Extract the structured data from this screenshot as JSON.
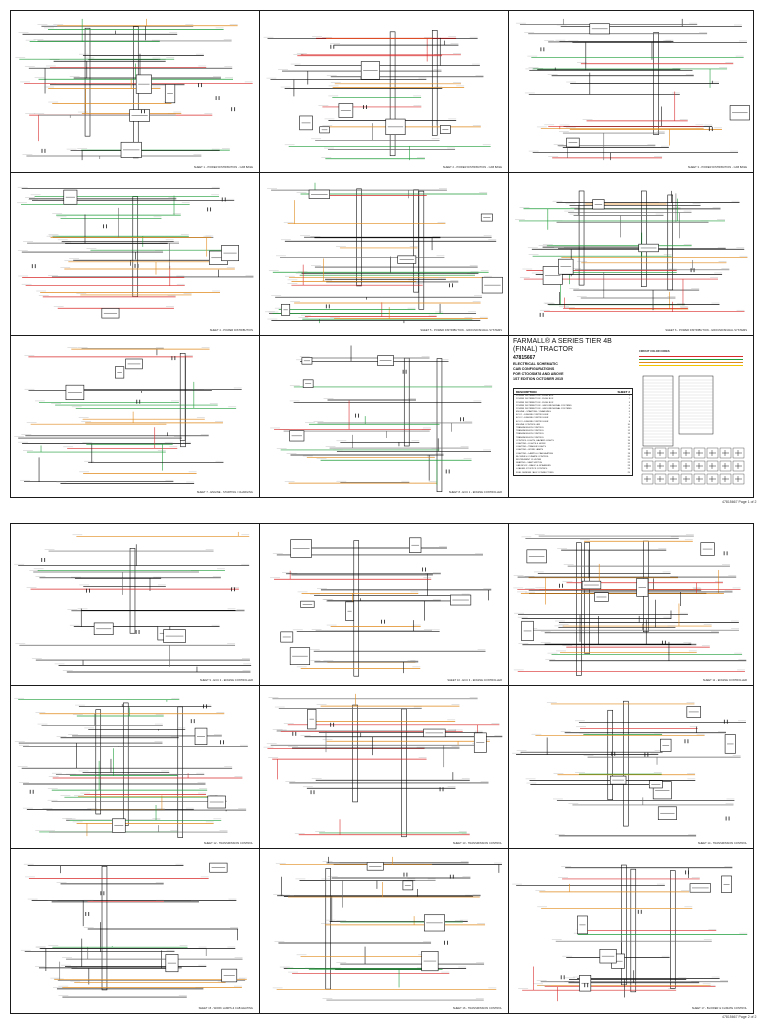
{
  "sheets": [
    {
      "id": 1,
      "caption": "SHEET 1 - POWER DISTRIBUTION - CAB BASE"
    },
    {
      "id": 2,
      "caption": "SHEET 2 - POWER DISTRIBUTION - CAB BASE"
    },
    {
      "id": 3,
      "caption": "SHEET 3 - POWER DISTRIBUTION - CAB BASE"
    },
    {
      "id": 4,
      "caption": "SHEET 4 - POWER DISTRIBUTION"
    },
    {
      "id": 5,
      "caption": "SHEET 5 - POWER DISTRIBUTION - GROUND/SIGNAL SYSTEMS"
    },
    {
      "id": 6,
      "caption": "SHEET 6 - POWER DISTRIBUTION - GROUND/SIGNAL SYSTEMS"
    },
    {
      "id": 7,
      "caption": "SHEET 7 - ENGINE - STARTING / CHARGING"
    },
    {
      "id": 8,
      "caption": "SHEET 8 - ECU 1 - ENGINE CONTROLLER"
    },
    {
      "id": 9,
      "caption": "SHEET 9 - ECU 2 - ENGINE CONTROLLER"
    },
    {
      "id": 10,
      "caption": "SHEET 10 - ECU 3 - ENGINE CONTROLLER"
    },
    {
      "id": 11,
      "caption": "SHEET 11 - ENGINE CONTROLLER"
    },
    {
      "id": 12,
      "caption": "SHEET 12 - TRANSMISSION CONTROL"
    },
    {
      "id": 13,
      "caption": "SHEET 13 - TRANSMISSION CONTROL"
    },
    {
      "id": 14,
      "caption": "SHEET 14 - TRANSMISSION CONTROL"
    },
    {
      "id": 15,
      "caption": "SHEET 15 - WORK LAMPS & CAB HEATING"
    },
    {
      "id": 16,
      "caption": "SHEET 16 - TRANSMISSION CONTROL"
    },
    {
      "id": 17,
      "caption": "SHEET 17 - BLOWER & CLIMATE CONTROL"
    }
  ],
  "title_block": {
    "title": "FARMALL® A SERIES TIER 4B (FINAL) TRACTOR",
    "part_number": "47815667",
    "lines": [
      "ELECTRICAL SCHEMATIC",
      "CAB CONFIGURATIONS",
      "FOR CTOOSM78 AND ABOVE",
      "1ST EDITION  OCTOBER 2015"
    ],
    "contents_header": "DESCRIPTION",
    "contents_col": "SHEET #",
    "contents": [
      "POWER DISTRIBUTION - FUSE BOX",
      "POWER DISTRIBUTION - FUSE BOX",
      "POWER DISTRIBUTION - FUSE BOX",
      "POWER DISTRIBUTION - GROUND/SIGNAL SYSTEMS",
      "POWER DISTRIBUTION - GROUND/SIGNAL SYSTEMS",
      "ENGINE - STARTING / CHARGING",
      "ECU 1 - ENGINE CONTROLLER",
      "ECU 2 - ENGINE CONTROLLER",
      "ECU 3 - ENGINE CONTROLLER",
      "ENGINE CONTROLLER",
      "TRANSMISSION CONTROL",
      "TRANSMISSION CONTROL",
      "TRANSMISSION CONTROL",
      "TRANSMISSION CONTROL",
      "CONTROL LIGHTS, HAZARD LIGHTS",
      "LIGHTING - LIGHTS & HORN",
      "LIGHTING - TRAILER LIGHTS",
      "LIGHTING - WORK LAMPS",
      "LIGHTING - LAMPS & CAB HEATING",
      "BLOWER & CLIMATE CONTROL",
      "INSTRUMENT CLUSTER",
      "SEATING - SEAT SWITCH",
      "CAB ROOF - RADIO & SPEAKERS",
      "LOADER JOYSTICK CONTROL",
      "FUEL SENDER / AUX CONNECTORS"
    ],
    "legend_title": "CIRCUIT COLOR CODES",
    "legend_colors": [
      "#d92b2b",
      "#1f9e3a",
      "#e08a1c",
      "#f0c400"
    ],
    "bottom_mark": "47815667  Page 1 of 2"
  },
  "bottom_marks": [
    "47815667  Page 2 of 2"
  ],
  "colors": {
    "power": "#d92b2b",
    "signal": "#1f9e3a",
    "aux": "#e08a1c",
    "ground": "#111111",
    "wire_light": "#666666"
  }
}
